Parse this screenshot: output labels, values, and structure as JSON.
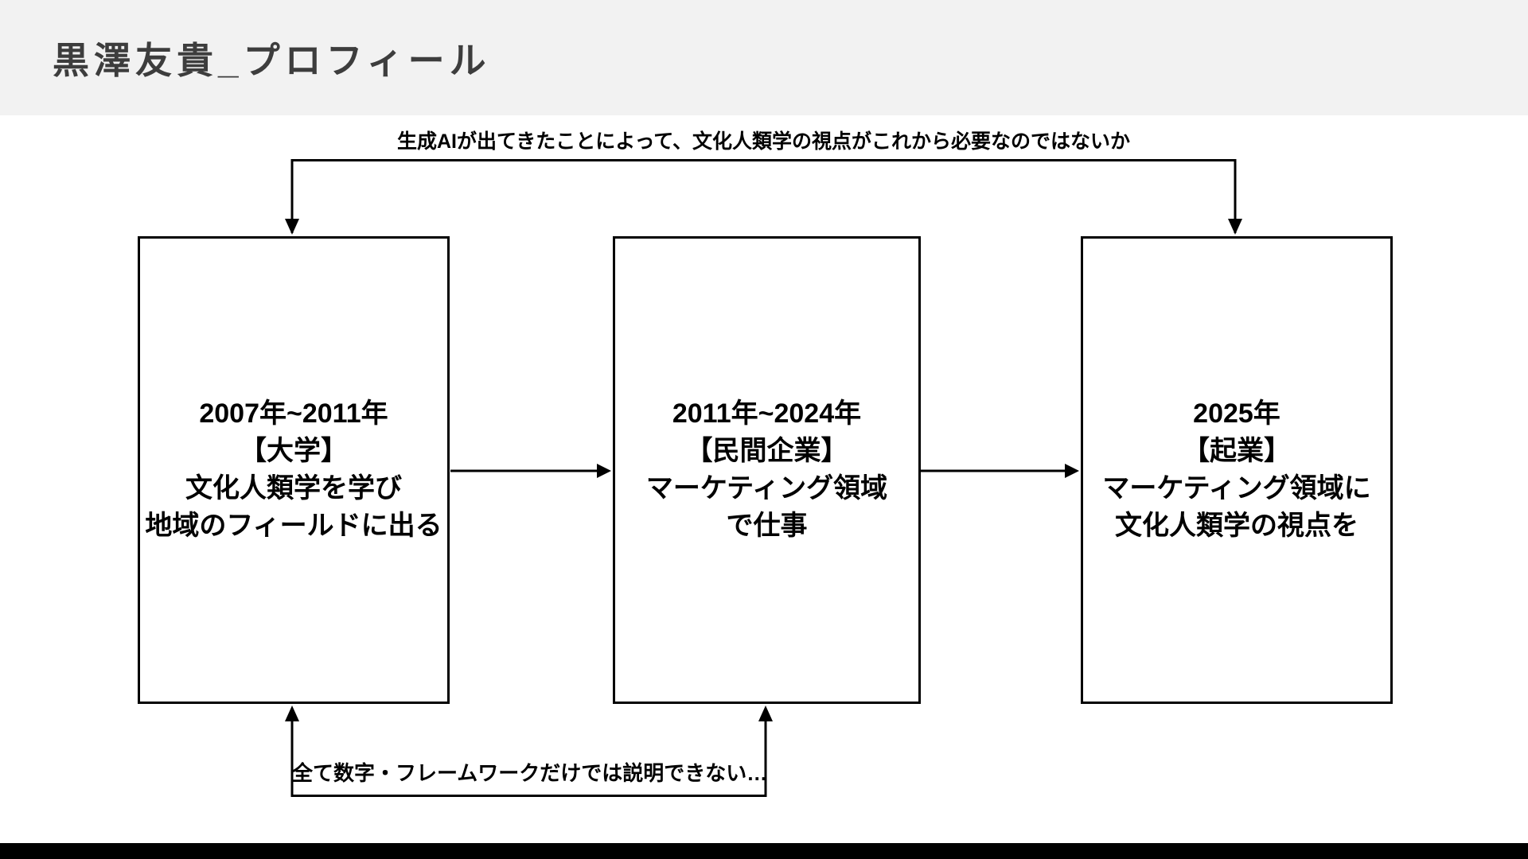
{
  "slide": {
    "title": "黒澤友貴_プロフィール",
    "top_annotation": "生成AIが出てきたことによって、文化人類学の視点がこれから必要なのではないか",
    "bottom_annotation": "全て数字・フレームワークだけでは説明できない…",
    "boxes": [
      {
        "id": "university",
        "lines": [
          "2007年~2011年",
          "【大学】",
          "文化人類学を学び",
          "地域のフィールドに出る"
        ]
      },
      {
        "id": "private-company",
        "lines": [
          "2011年~2024年",
          "【民間企業】",
          "マーケティング領域",
          "で仕事"
        ]
      },
      {
        "id": "startup",
        "lines": [
          "2025年",
          "【起業】",
          "マーケティング領域に",
          "文化人類学の視点を"
        ]
      }
    ],
    "colors": {
      "header_bg": "#f2f2f2",
      "title": "#3d3d3d",
      "line": "#000000",
      "footer_bar": "#000000"
    }
  }
}
